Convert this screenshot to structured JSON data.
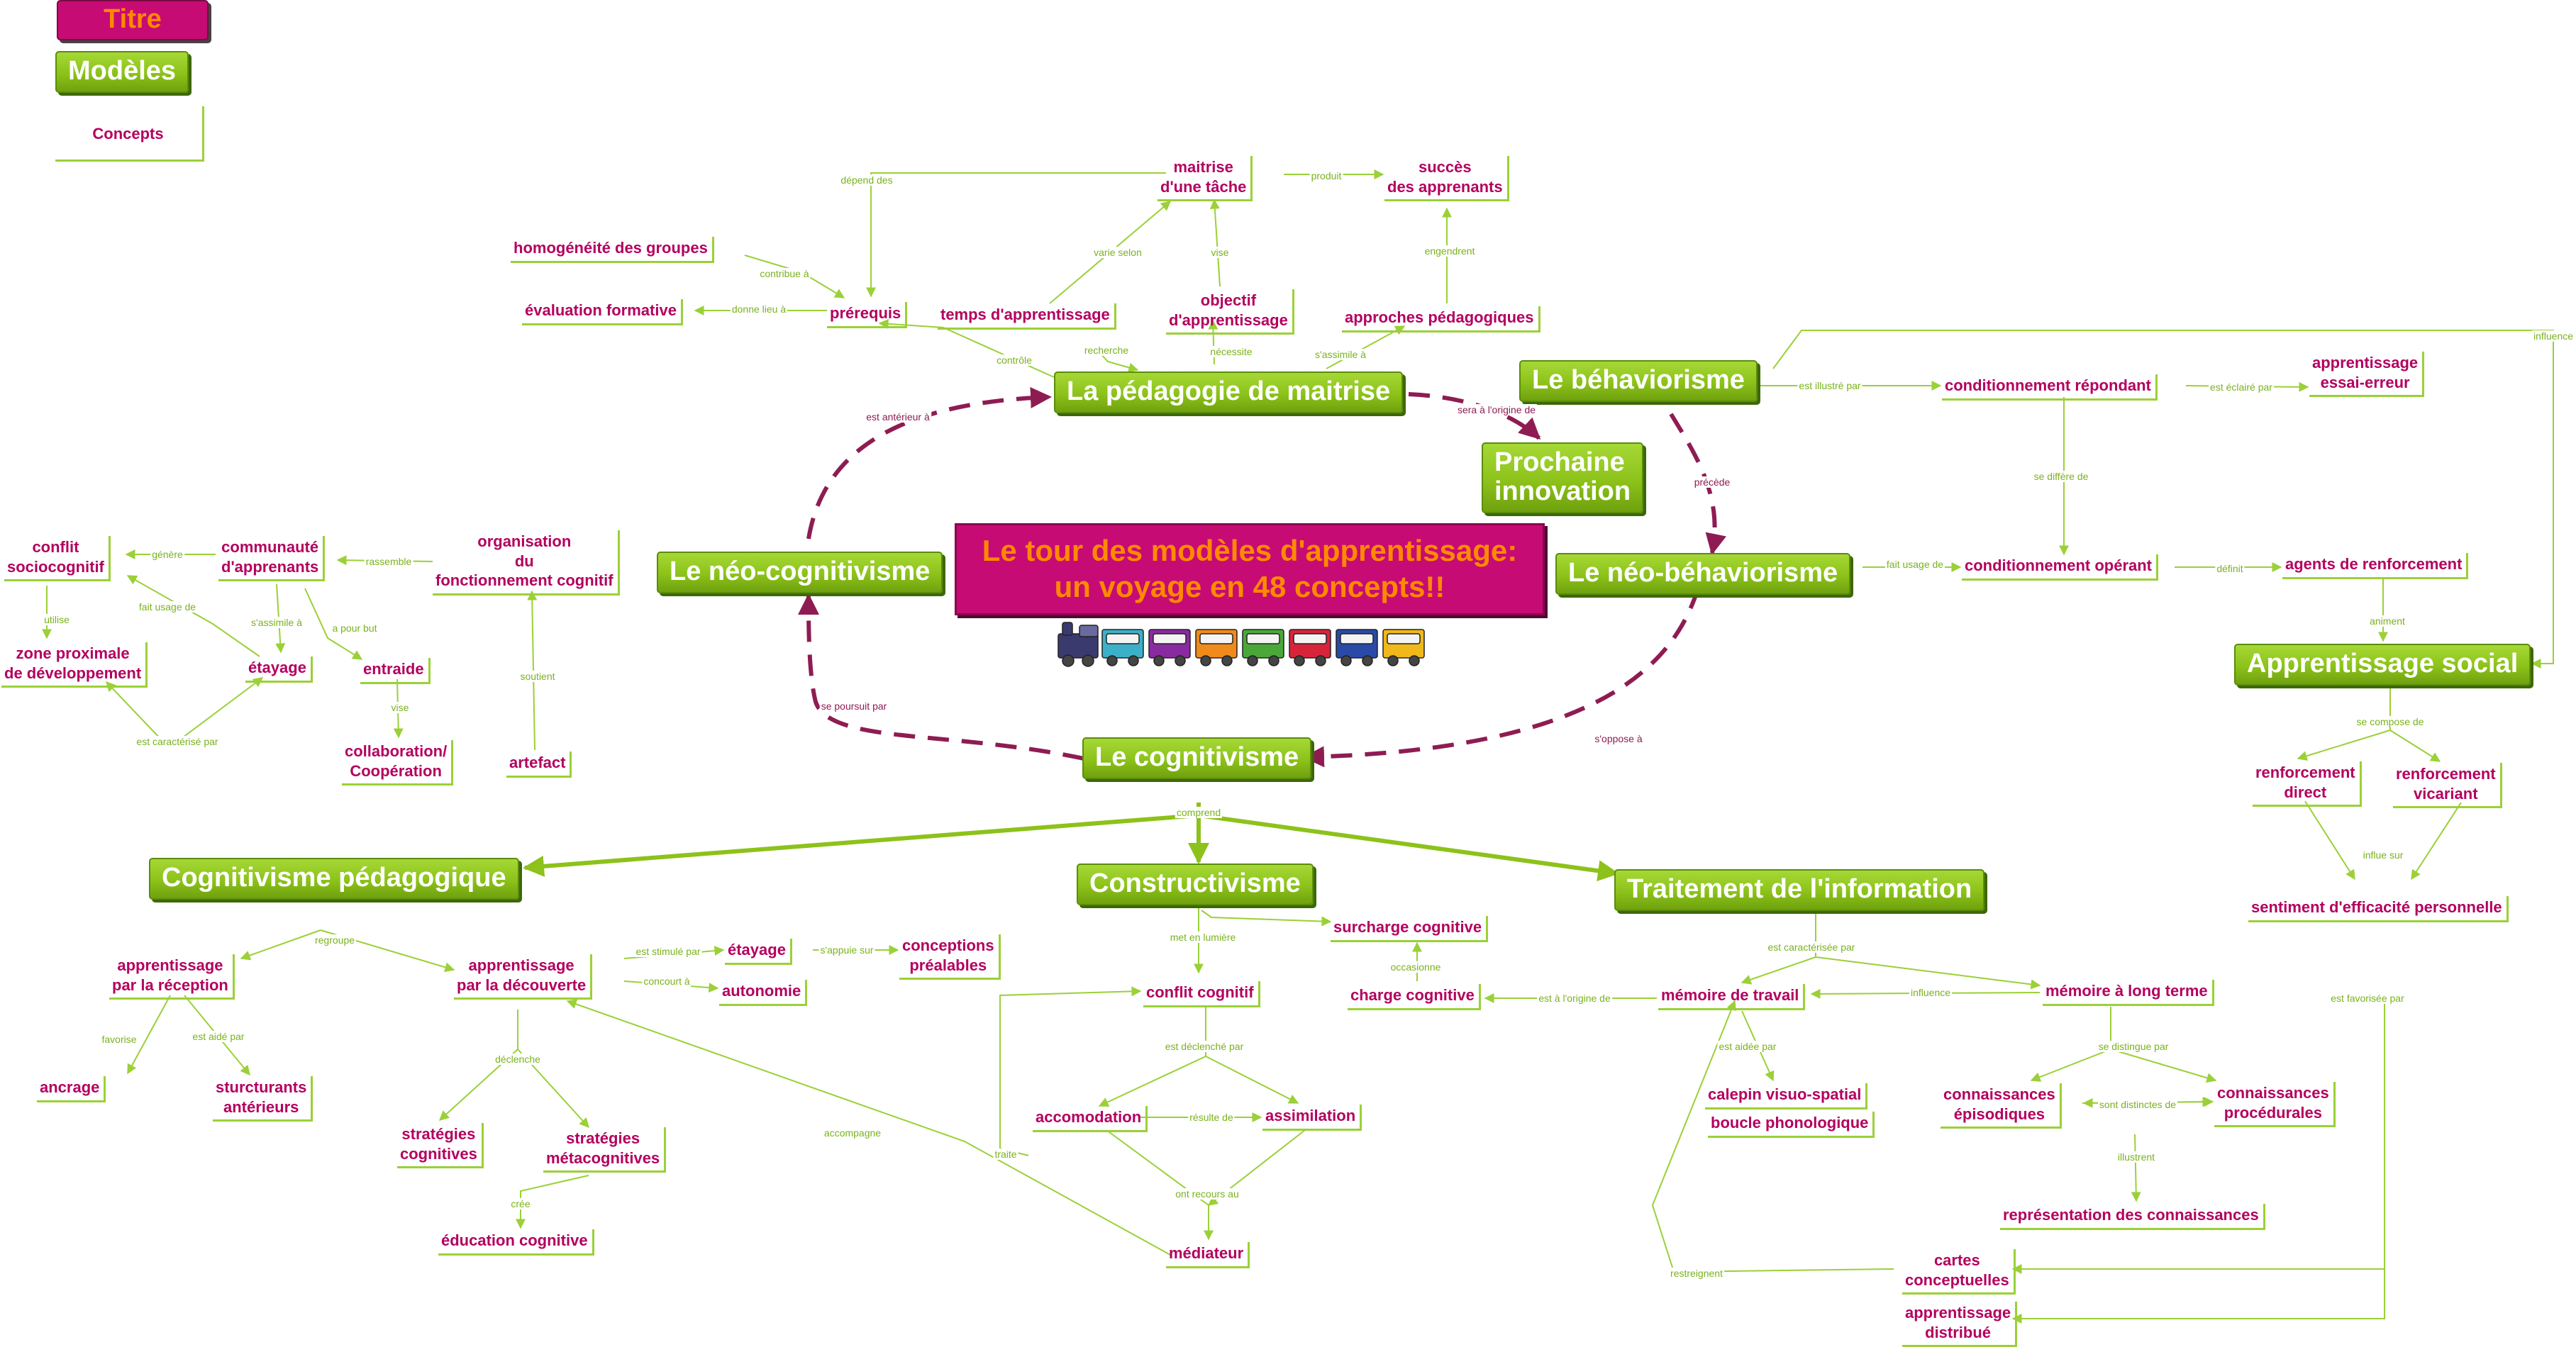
{
  "colors": {
    "model_green": "#8cc21a",
    "concept_magenta": "#b3005f",
    "title_magenta": "#c70b74",
    "title_orange": "#ff8a00",
    "thin_edge": "#9bd037",
    "main_edge": "#8e1c52"
  },
  "legend": {
    "titre": "Titre",
    "modeles": "Modèles",
    "concepts": "Concepts"
  },
  "title": {
    "line1": "Le tour des modèles d'apprentissage:",
    "line2": "un voyage en 48 concepts!!"
  },
  "train_icon": "toy-train-icon",
  "train_colors": [
    "#3a3a6e",
    "#3cb0c8",
    "#8a2aa0",
    "#f08a1a",
    "#4aa83a",
    "#d8243a",
    "#2a4aa8",
    "#f0b81a"
  ],
  "models": {
    "pedagogie": "La pédagogie de maitrise",
    "prochaine": [
      "Prochaine",
      "innovation"
    ],
    "behaviorisme": "Le béhaviorisme",
    "neo_behaviorisme": "Le néo-béhaviorisme",
    "neo_cognitivisme": "Le néo-cognitivisme",
    "cognitivisme": "Le cognitivisme",
    "apprentissage_social": "Apprentissage social",
    "cognitivisme_pedagogique": "Cognitivisme pédagogique",
    "constructivisme": "Constructivisme",
    "traitement": "Traitement de l'information"
  },
  "concepts": {
    "maitrise_tache": [
      "maitrise",
      "d'une tâche"
    ],
    "succes": [
      "succès",
      "des apprenants"
    ],
    "homogeneite": [
      "homogénéité des groupes"
    ],
    "prerequis": [
      "prérequis"
    ],
    "evaluation": [
      "évaluation formative"
    ],
    "temps": [
      "temps d'apprentissage"
    ],
    "objectif": [
      "objectif",
      "d'apprentissage"
    ],
    "approches": [
      "approches pédagogiques"
    ],
    "cond_repondant": [
      "conditionnement répondant"
    ],
    "essai_erreur": [
      "apprentissage",
      "essai-erreur"
    ],
    "cond_operant": [
      "conditionnement opérant"
    ],
    "agents": [
      "agents de renforcement"
    ],
    "renf_direct": [
      "renforcement",
      "direct"
    ],
    "renf_vicariant": [
      "renforcement",
      "vicariant"
    ],
    "sentiment": [
      "sentiment d'efficacité personnelle"
    ],
    "conflit_socio": [
      "conflit",
      "sociocognitif"
    ],
    "communaute": [
      "communauté",
      "d'apprenants"
    ],
    "organisation": [
      "organisation",
      "du",
      "fonctionnement cognitif"
    ],
    "zone": [
      "zone proximale",
      "de développement"
    ],
    "etayage1": [
      "étayage"
    ],
    "entraide": [
      "entraide"
    ],
    "collaboration": [
      "collaboration/",
      "Coopération"
    ],
    "artefact": [
      "artefact"
    ],
    "app_reception": [
      "apprentissage",
      "par la réception"
    ],
    "app_decouverte": [
      "apprentissage",
      "par la découverte"
    ],
    "etayage2": [
      "étayage"
    ],
    "conceptions": [
      "conceptions",
      "préalables"
    ],
    "autonomie": [
      "autonomie"
    ],
    "ancrage": [
      "ancrage"
    ],
    "structurants": [
      "sturcturants",
      "antérieurs"
    ],
    "strat_cog": [
      "stratégies",
      "cognitives"
    ],
    "strat_meta": [
      "stratégies",
      "métacognitives"
    ],
    "education": [
      "éducation cognitive"
    ],
    "surcharge": [
      "surcharge cognitive"
    ],
    "charge": [
      "charge cognitive"
    ],
    "conflit_cog": [
      "conflit cognitif"
    ],
    "accomodation": [
      "accomodation"
    ],
    "assimilation": [
      "assimilation"
    ],
    "mediateur": [
      "médiateur"
    ],
    "memoire_travail": [
      "mémoire de travail"
    ],
    "memoire_lt": [
      "mémoire à long terme"
    ],
    "calepin": [
      "calepin visuo-spatial"
    ],
    "boucle": [
      "boucle phonologique"
    ],
    "episodiques": [
      "connaissances",
      "épisodiques"
    ],
    "procedurales": [
      "connaissances",
      "procédurales"
    ],
    "representation": [
      "représentation des connaissances"
    ],
    "cartes": [
      "cartes",
      "conceptuelles"
    ],
    "distribue": [
      "apprentissage",
      "distribué"
    ]
  },
  "edge_labels": {
    "depend_des": "dépend des",
    "produit": "produit",
    "contribue_a": "contribue à",
    "donne_lieu_a": "donne lieu à",
    "varie_selon": "varie selon",
    "vise": "vise",
    "engendrent": "engendrent",
    "controle": "contrôle",
    "recherche": "recherche",
    "necessite": "nécessite",
    "sassimile_a": "s'assimile à",
    "est_anterieur_a": "est antérieur à",
    "sera_a_lorigine_de": "sera à l'origine de",
    "precede": "précède",
    "est_illustre_par": "est illustré par",
    "est_eclaire_par": "est éclairé par",
    "influence_top": "influence",
    "se_differe_de": "se diffère de",
    "fait_usage_de_nb": "fait usage de",
    "definit": "définit",
    "animent": "animent",
    "se_compose_de": "se compose de",
    "influe_sur": "influe sur",
    "genere": "génère",
    "rassemble": "rassemble",
    "utilise": "utilise",
    "fait_usage_de_et": "fait usage de",
    "sassimile_a_2": "s'assimile à",
    "a_pour_but": "a pour but",
    "vise_2": "vise",
    "est_caracterise_par": "est caractérisé par",
    "soutient": "soutient",
    "se_poursuit_par": "se poursuit par",
    "soppose_a": "s'oppose à",
    "comprend": "comprend",
    "regroupe": "regroupe",
    "favorise": "favorise",
    "est_aide_par": "est aidé par",
    "est_stimule_par": "est stimulé par",
    "sappuie_sur": "s'appuie sur",
    "concourt_a": "concourt à",
    "declenche": "déclenche",
    "cree": "crée",
    "accompagne": "accompagne",
    "traite": "traite",
    "met_en_lumiere": "met en lumière",
    "est_declenche_par": "est déclenché par",
    "resulte_de": "résulte de",
    "ont_recours_au": "ont recours au",
    "occasionne": "occasionne",
    "est_a_lorigine_de": "est à l'origine de",
    "est_caracterisee_par": "est caractérisée par",
    "influence_mem": "influence",
    "est_aidee_par": "est aidée par",
    "se_distingue_par": "se distingue par",
    "sont_distinctes_de": "sont distinctes de",
    "illustrent": "illustrent",
    "restreignent": "restreignent",
    "est_favorisee_par": "est favorisée par"
  }
}
